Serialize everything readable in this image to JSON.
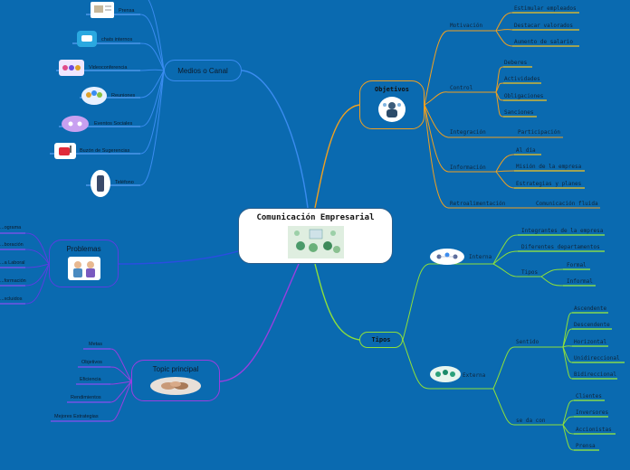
{
  "central": {
    "title": "Comunicación Empresarial"
  },
  "objetivos": {
    "title": "Objetivos",
    "branches": {
      "motivacion": "Motivación",
      "motivacion_items": [
        "Estimular empleados",
        "Destacar valorados",
        "Aumento de salario"
      ],
      "control": "Control",
      "control_items": [
        "Deberes",
        "Actividades",
        "Obligaciones",
        "Sanciones"
      ],
      "integracion": "Integración",
      "integracion_item": "Participación",
      "informacion": "Información",
      "informacion_items": [
        "Al día",
        "Misión de la empresa",
        "Estrategias y planes"
      ],
      "retro": "Retroalimentación",
      "retro_item": "Comunicación fluida"
    }
  },
  "tipos": {
    "title": "Tipos",
    "interna": "Interna",
    "interna_items": [
      "Integrantes de la empresa",
      "Diferentes departamentos"
    ],
    "tipos_sub": "Tipos",
    "tipos_items": [
      "Formal",
      "Informal"
    ],
    "externa": "Externa",
    "sentido": "Sentido",
    "sentido_items": [
      "Ascendente",
      "Descendente",
      "Horizontal",
      "Bidireccional",
      "Unidireccional"
    ],
    "se_da_con": "se da con",
    "se_da_con_items": [
      "Clientes",
      "Inversores",
      "Accionistas",
      "Prensa"
    ]
  },
  "medios": {
    "title": "Medios o Canal",
    "items": [
      "Prensa",
      "chats internos",
      "Videoconferencia",
      "Reuniones",
      "Eventos Sociales",
      "Buzón de Sugerencias",
      "Teléfono"
    ]
  },
  "problemas": {
    "title": "Problemas",
    "items": [
      "...ograma",
      "...boración",
      "...a Laboral",
      "...formación",
      "...xcluidos"
    ]
  },
  "topic": {
    "title": "Topic principal",
    "items": [
      "Metas",
      "Objetivos",
      "Eficiencia",
      "Rendimientos",
      "Mejores Estrategias"
    ]
  },
  "colors": {
    "background": "#0a6ab0",
    "objetivos": "#f0a020",
    "tipos": "#8ee03a",
    "medios": "#3a8cf0",
    "problemas": "#5a3ee0",
    "topic": "#9a3ee0",
    "leaf_underline_orange": "#f6c31d",
    "leaf_underline_green": "#9ef03a",
    "leaf_underline_purple": "#8a4ef0"
  },
  "icons": [
    "presentation-image",
    "teamwork-image",
    "businessman-image",
    "people-network-image",
    "people-circle-image",
    "people-discussion-image",
    "hands-together-image",
    "newspaper-icon",
    "chat-icon",
    "video-call-icon",
    "meeting-icon",
    "social-event-icon",
    "mailbox-icon",
    "phone-icon"
  ]
}
